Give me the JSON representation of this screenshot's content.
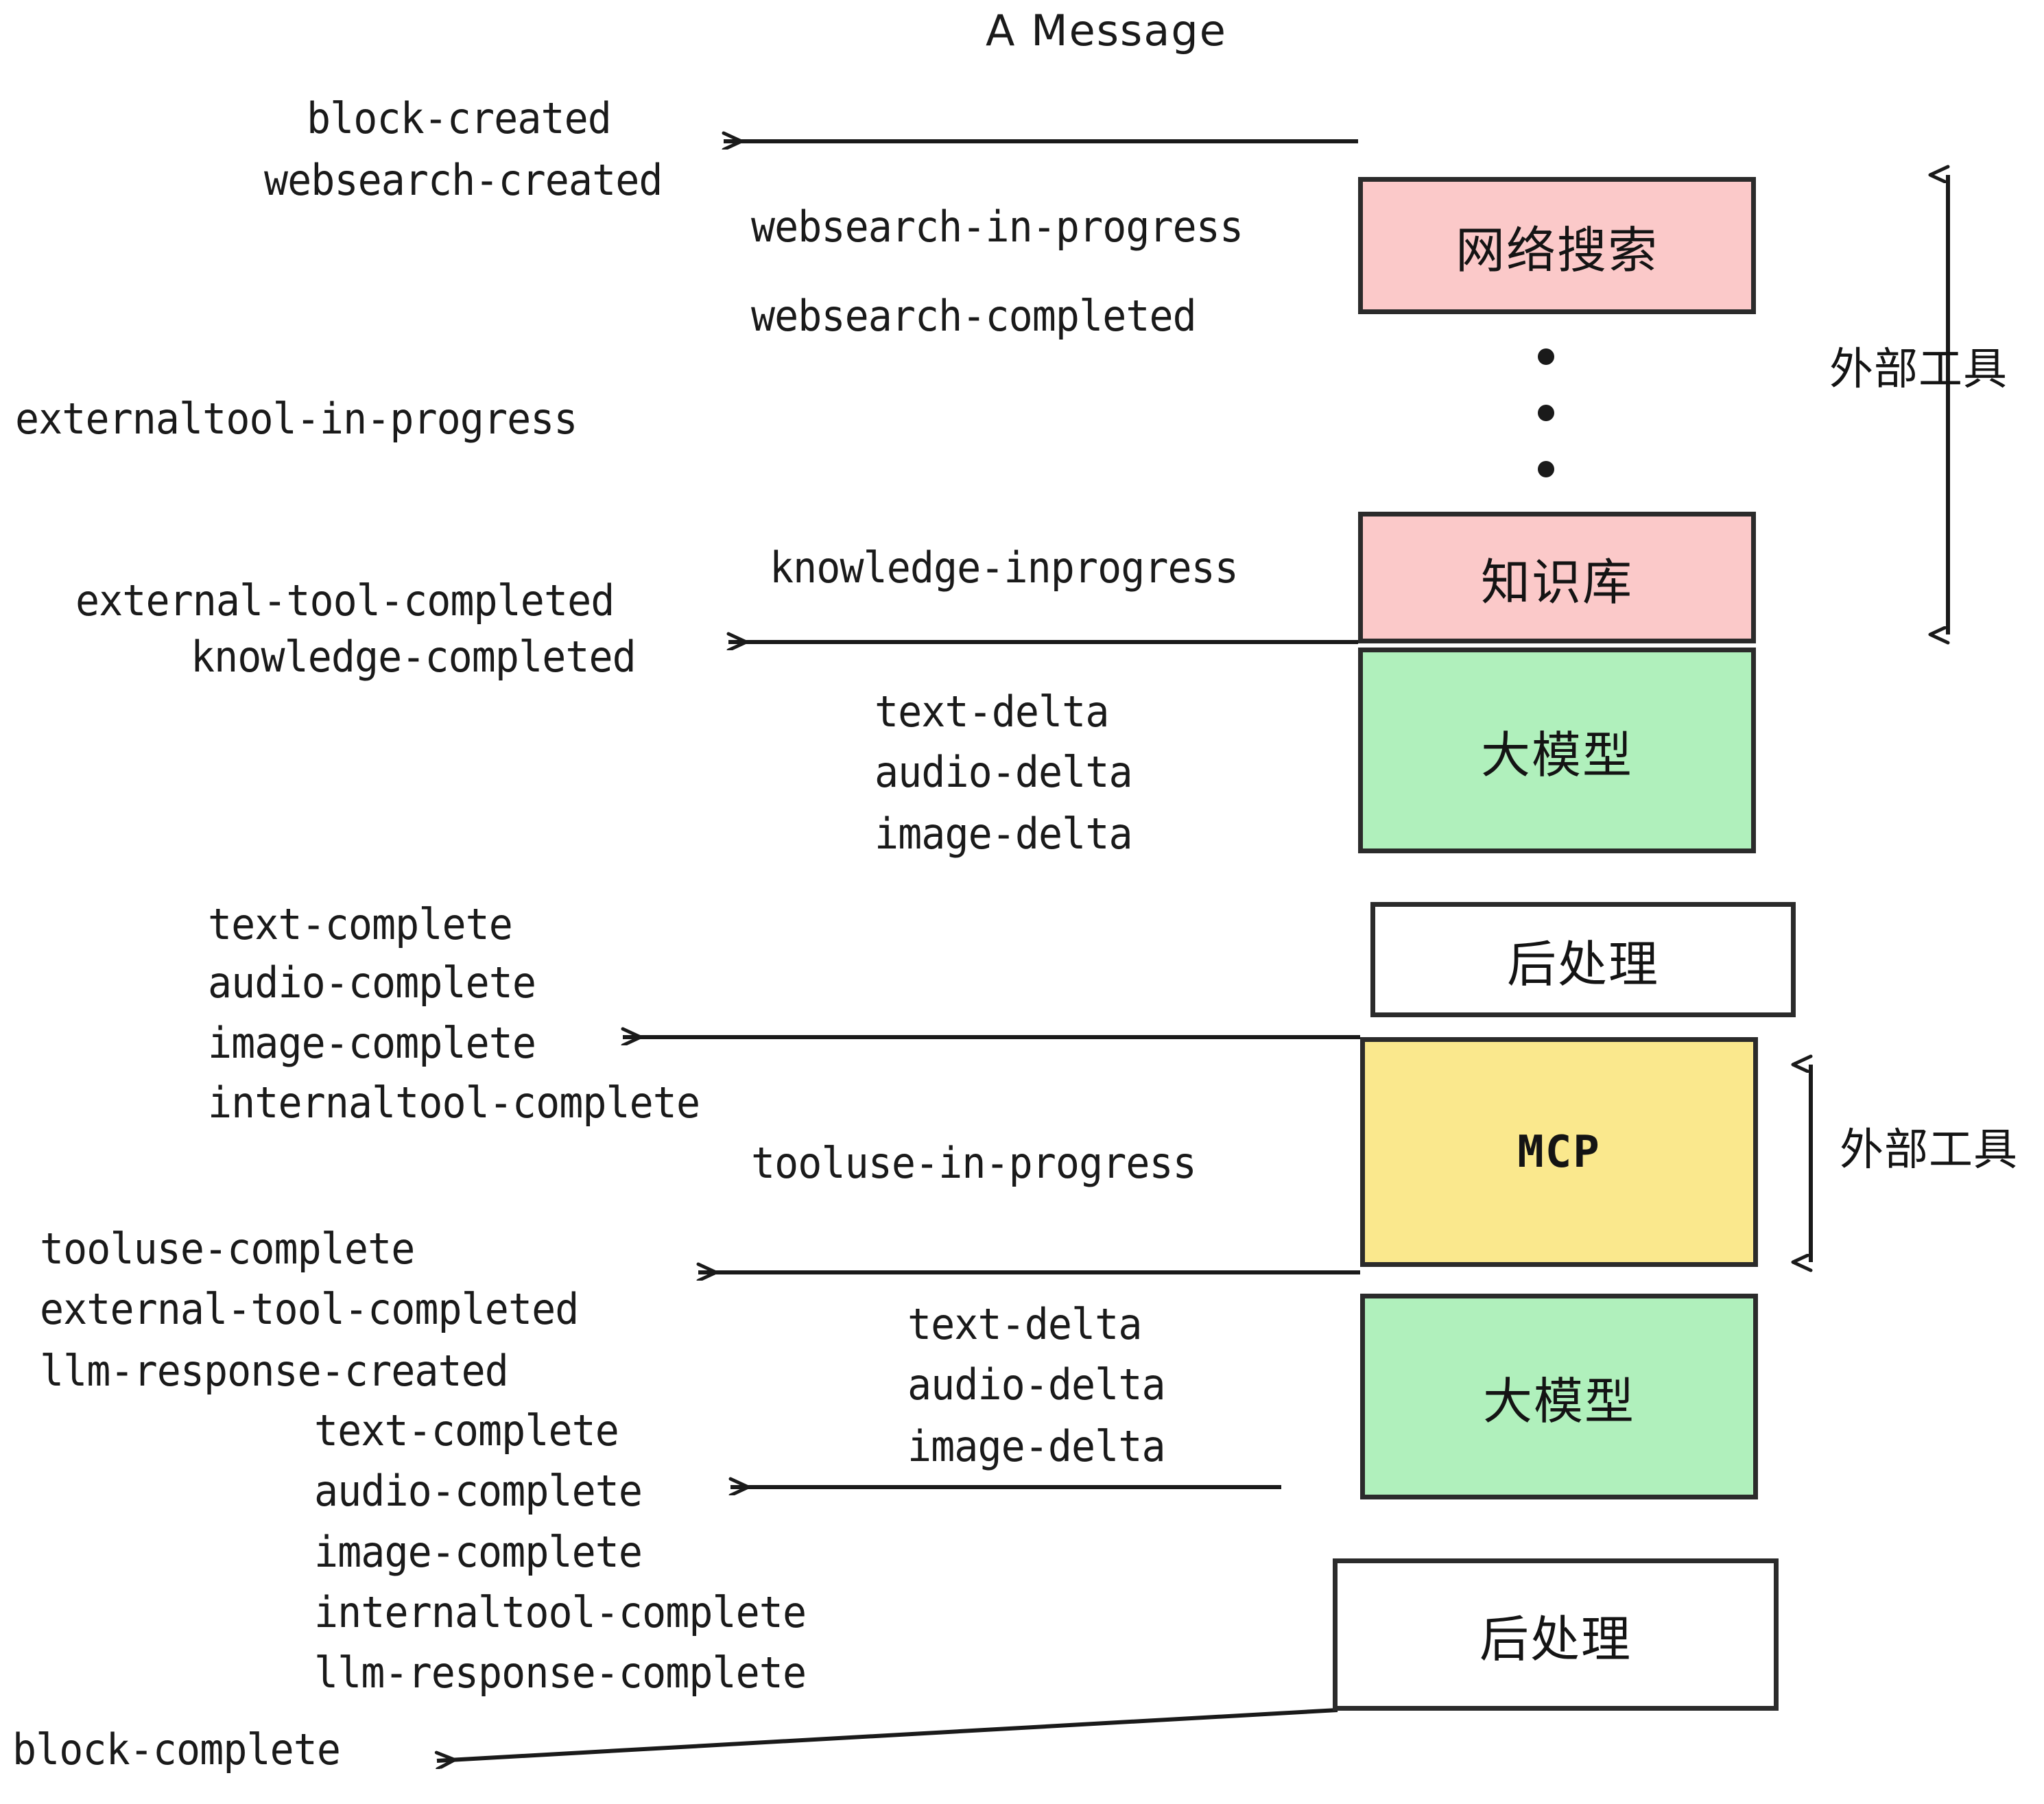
{
  "title": "A Message",
  "colors": {
    "pink": "#FBC9C9",
    "green": "#B0F0BC",
    "yellow": "#FAE88D",
    "white": "#FFFFFF",
    "stroke": "#2B2B2B",
    "text": "#1A1A1A"
  },
  "boxes": [
    {
      "id": "websearch",
      "label": "网络搜索",
      "fill": "#FBC9C9"
    },
    {
      "id": "knowledge",
      "label": "知识库",
      "fill": "#FBC9C9"
    },
    {
      "id": "llm-top",
      "label": "大模型",
      "fill": "#B0F0BC"
    },
    {
      "id": "postprocess-top",
      "label": "后处理",
      "fill": "#FFFFFF"
    },
    {
      "id": "mcp",
      "label": "MCP",
      "fill": "#FAE88D"
    },
    {
      "id": "llm-bottom",
      "label": "大模型",
      "fill": "#B0F0BC"
    },
    {
      "id": "postprocess-bottom",
      "label": "后处理",
      "fill": "#FFFFFF"
    }
  ],
  "side_labels": [
    {
      "id": "external-tool-top",
      "label": "外部工具"
    },
    {
      "id": "external-tool-bottom",
      "label": "外部工具"
    }
  ],
  "events": {
    "block_created": "block-created",
    "websearch_created": "websearch-created",
    "websearch_in_progress": "websearch-in-progress",
    "websearch_completed": "websearch-completed",
    "externaltool_in_progress": "externaltool-in-progress",
    "knowledge_inprogress": "knowledge-inprogress",
    "external_tool_completed_1": "external-tool-completed",
    "knowledge_completed": "knowledge-completed",
    "text_delta_1": "text-delta",
    "audio_delta_1": "audio-delta",
    "image_delta_1": "image-delta",
    "text_complete_1": "text-complete",
    "audio_complete_1": "audio-complete",
    "image_complete_1": "image-complete",
    "internaltool_complete_1": "internaltool-complete",
    "tooluse_in_progress": "tooluse-in-progress",
    "tooluse_complete": "tooluse-complete",
    "external_tool_completed_2": "external-tool-completed",
    "llm_response_created": "llm-response-created",
    "text_delta_2": "text-delta",
    "audio_delta_2": "audio-delta",
    "image_delta_2": "image-delta",
    "text_complete_2": "text-complete",
    "audio_complete_2": "audio-complete",
    "image_complete_2": "image-complete",
    "internaltool_complete_2": "internaltool-complete",
    "llm_response_complete": "llm-response-complete",
    "block_complete": "block-complete"
  }
}
